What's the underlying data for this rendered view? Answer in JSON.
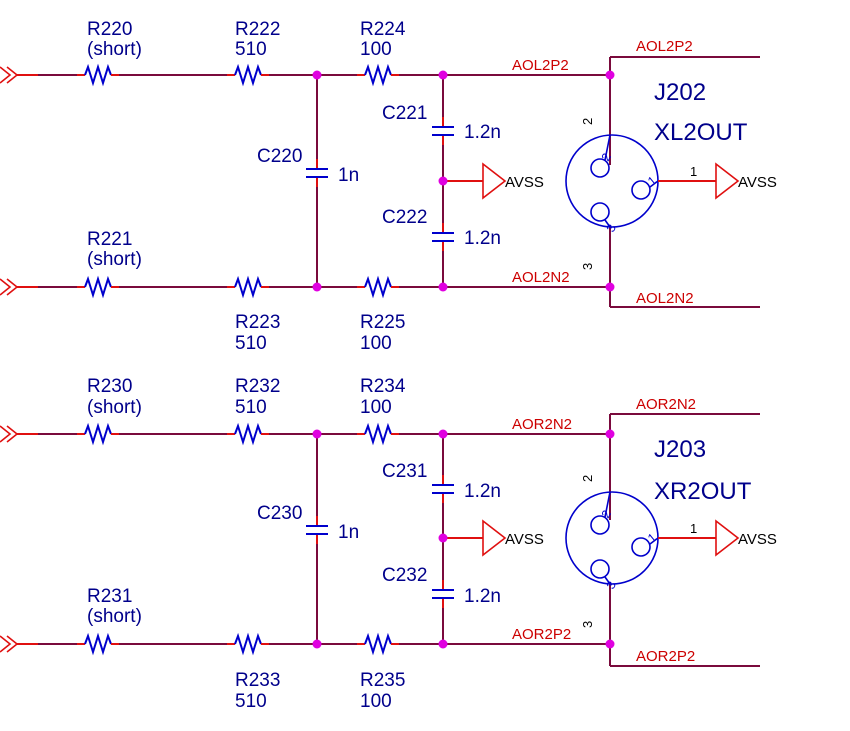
{
  "block1": {
    "r_in_top": {
      "ref": "R220",
      "value": "(short)"
    },
    "r_mid_top": {
      "ref": "R222",
      "value": "510"
    },
    "r_out_top": {
      "ref": "R224",
      "value": "100"
    },
    "r_in_bot": {
      "ref": "R221",
      "value": "(short)"
    },
    "r_mid_bot": {
      "ref": "R223",
      "value": "510"
    },
    "r_out_bot": {
      "ref": "R225",
      "value": "100"
    },
    "c_diff": {
      "ref": "C220",
      "value": "1n"
    },
    "c_top": {
      "ref": "C221",
      "value": "1.2n"
    },
    "c_bot": {
      "ref": "C222",
      "value": "1.2n"
    },
    "net_top": "AOL2P2",
    "net_top_out": "AOL2P2",
    "net_bot": "AOL2N2",
    "net_bot_out": "AOL2N2",
    "gnd_cap": "AVSS",
    "gnd_conn": "AVSS",
    "conn_ref": "J202",
    "conn_name": "XL2OUT",
    "pin_top": "2",
    "pin_bot": "3",
    "pin_gnd": "1"
  },
  "block2": {
    "r_in_top": {
      "ref": "R230",
      "value": "(short)"
    },
    "r_mid_top": {
      "ref": "R232",
      "value": "510"
    },
    "r_out_top": {
      "ref": "R234",
      "value": "100"
    },
    "r_in_bot": {
      "ref": "R231",
      "value": "(short)"
    },
    "r_mid_bot": {
      "ref": "R233",
      "value": "510"
    },
    "r_out_bot": {
      "ref": "R235",
      "value": "100"
    },
    "c_diff": {
      "ref": "C230",
      "value": "1n"
    },
    "c_top": {
      "ref": "C231",
      "value": "1.2n"
    },
    "c_bot": {
      "ref": "C232",
      "value": "1.2n"
    },
    "net_top": "AOR2N2",
    "net_top_out": "AOR2N2",
    "net_bot": "AOR2P2",
    "net_bot_out": "AOR2P2",
    "gnd_cap": "AVSS",
    "gnd_conn": "AVSS",
    "conn_ref": "J203",
    "conn_name": "XR2OUT",
    "pin_top": "2",
    "pin_bot": "3",
    "pin_gnd": "1"
  },
  "pin_numbers": {
    "p1": "1",
    "p2": "2",
    "p3": "3"
  }
}
